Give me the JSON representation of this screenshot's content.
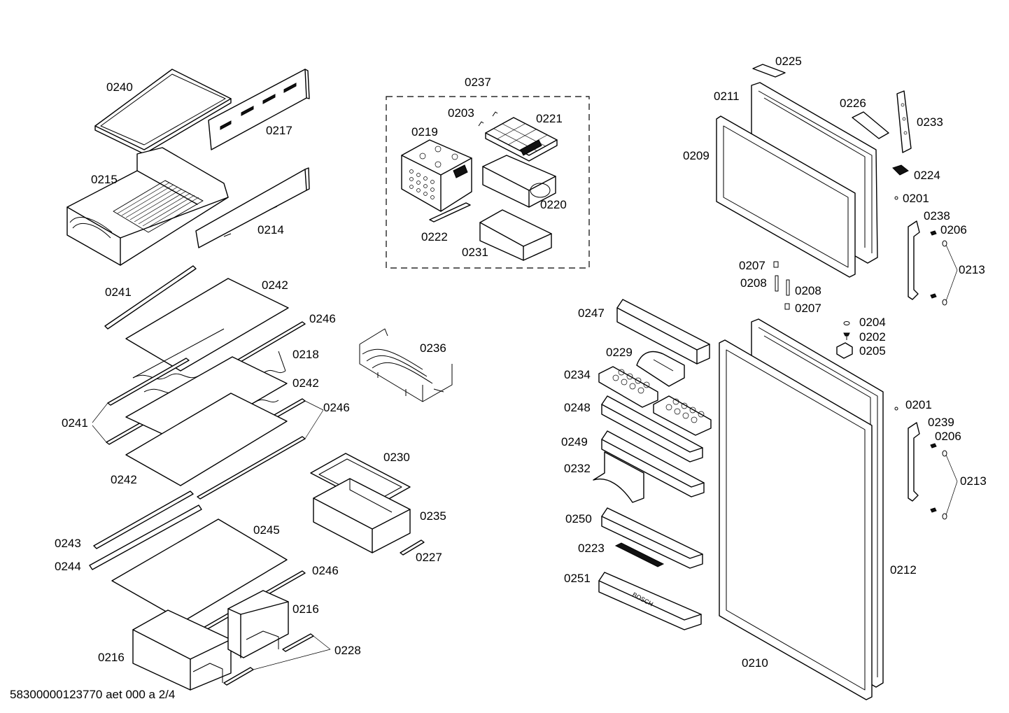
{
  "labels": [
    {
      "id": "p0240",
      "text": "0240"
    },
    {
      "id": "p0217",
      "text": "0217"
    },
    {
      "id": "p0215",
      "text": "0215"
    },
    {
      "id": "p0214",
      "text": "0214"
    },
    {
      "id": "p0237",
      "text": "0237"
    },
    {
      "id": "p0203",
      "text": "0203"
    },
    {
      "id": "p0221",
      "text": "0221"
    },
    {
      "id": "p0219",
      "text": "0219"
    },
    {
      "id": "p0220",
      "text": "0220"
    },
    {
      "id": "p0222",
      "text": "0222"
    },
    {
      "id": "p0231",
      "text": "0231"
    },
    {
      "id": "p0225",
      "text": "0225"
    },
    {
      "id": "p0211",
      "text": "0211"
    },
    {
      "id": "p0226",
      "text": "0226"
    },
    {
      "id": "p0233",
      "text": "0233"
    },
    {
      "id": "p0209",
      "text": "0209"
    },
    {
      "id": "p0224",
      "text": "0224"
    },
    {
      "id": "p0201a",
      "text": "0201"
    },
    {
      "id": "p0238",
      "text": "0238"
    },
    {
      "id": "p0206a",
      "text": "0206"
    },
    {
      "id": "p0213a",
      "text": "0213"
    },
    {
      "id": "p0207a",
      "text": "0207"
    },
    {
      "id": "p0208a",
      "text": "0208"
    },
    {
      "id": "p0208b",
      "text": "0208"
    },
    {
      "id": "p0207b",
      "text": "0207"
    },
    {
      "id": "p0241a",
      "text": "0241"
    },
    {
      "id": "p0242a",
      "text": "0242"
    },
    {
      "id": "p0246a",
      "text": "0246"
    },
    {
      "id": "p0218",
      "text": "0218"
    },
    {
      "id": "p0242b",
      "text": "0242"
    },
    {
      "id": "p0246b",
      "text": "0246"
    },
    {
      "id": "p0241b",
      "text": "0241"
    },
    {
      "id": "p0242c",
      "text": "0242"
    },
    {
      "id": "p0236",
      "text": "0236"
    },
    {
      "id": "p0230",
      "text": "0230"
    },
    {
      "id": "p0235",
      "text": "0235"
    },
    {
      "id": "p0227",
      "text": "0227"
    },
    {
      "id": "p0243",
      "text": "0243"
    },
    {
      "id": "p0244",
      "text": "0244"
    },
    {
      "id": "p0245",
      "text": "0245"
    },
    {
      "id": "p0246c",
      "text": "0246"
    },
    {
      "id": "p0216a",
      "text": "0216"
    },
    {
      "id": "p0216b",
      "text": "0216"
    },
    {
      "id": "p0228",
      "text": "0228"
    },
    {
      "id": "p0247",
      "text": "0247"
    },
    {
      "id": "p0229",
      "text": "0229"
    },
    {
      "id": "p0234",
      "text": "0234"
    },
    {
      "id": "p0248",
      "text": "0248"
    },
    {
      "id": "p0249",
      "text": "0249"
    },
    {
      "id": "p0232",
      "text": "0232"
    },
    {
      "id": "p0250",
      "text": "0250"
    },
    {
      "id": "p0223",
      "text": "0223"
    },
    {
      "id": "p0251",
      "text": "0251"
    },
    {
      "id": "p0210",
      "text": "0210"
    },
    {
      "id": "p0212",
      "text": "0212"
    },
    {
      "id": "p0204",
      "text": "0204"
    },
    {
      "id": "p0202",
      "text": "0202"
    },
    {
      "id": "p0205",
      "text": "0205"
    },
    {
      "id": "p0201b",
      "text": "0201"
    },
    {
      "id": "p0239",
      "text": "0239"
    },
    {
      "id": "p0206b",
      "text": "0206"
    },
    {
      "id": "p0213b",
      "text": "0213"
    }
  ],
  "footer": "58300000123770 aet 000 a 2/4",
  "brand_mark": "BOSCH"
}
